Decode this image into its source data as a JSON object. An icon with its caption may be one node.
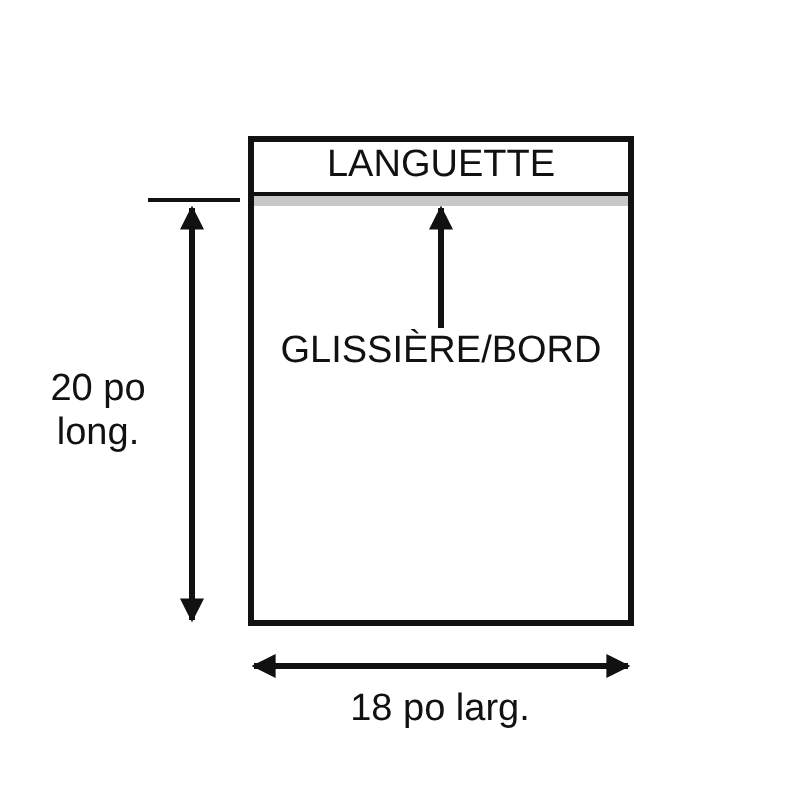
{
  "diagram": {
    "nodes": [
      {
        "text": [],
        "shape": "box"
      },
      {
        "text": [
          "LANGUETTE"
        ],
        "in": 0
      },
      {
        "text": [],
        "shape": "bar",
        "in": 0
      },
      {
        "text": [
          "GLISSIÈRE/BORD"
        ],
        "in": 0
      }
    ],
    "edges": [
      {
        "from": 3,
        "to": 2,
        "arrow": "to"
      }
    ],
    "labels": [
      "20 po long.",
      "18 po larg."
    ]
  }
}
